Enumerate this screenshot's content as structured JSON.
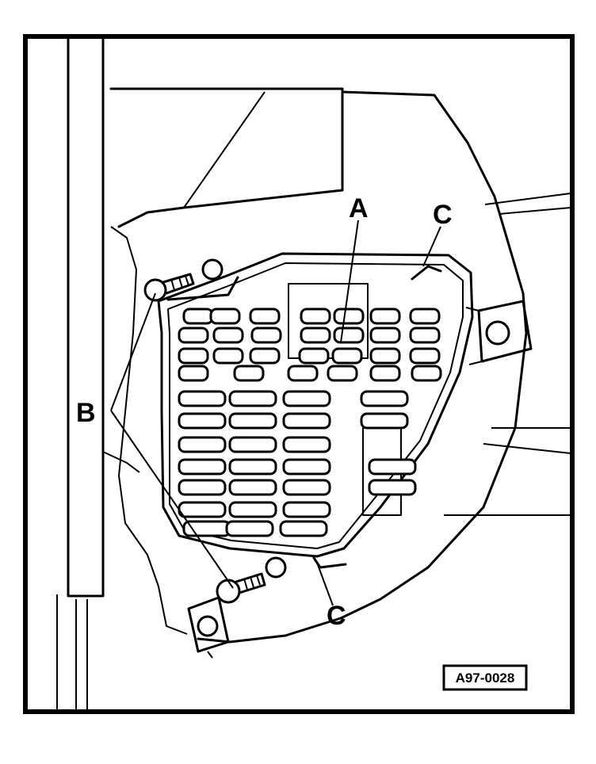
{
  "diagram": {
    "callouts": {
      "a": "A",
      "b": "B",
      "c_top": "C",
      "c_bottom": "C"
    },
    "reference_code": "A97-0028",
    "colors": {
      "ink": "#000000",
      "paper": "#ffffff"
    }
  }
}
